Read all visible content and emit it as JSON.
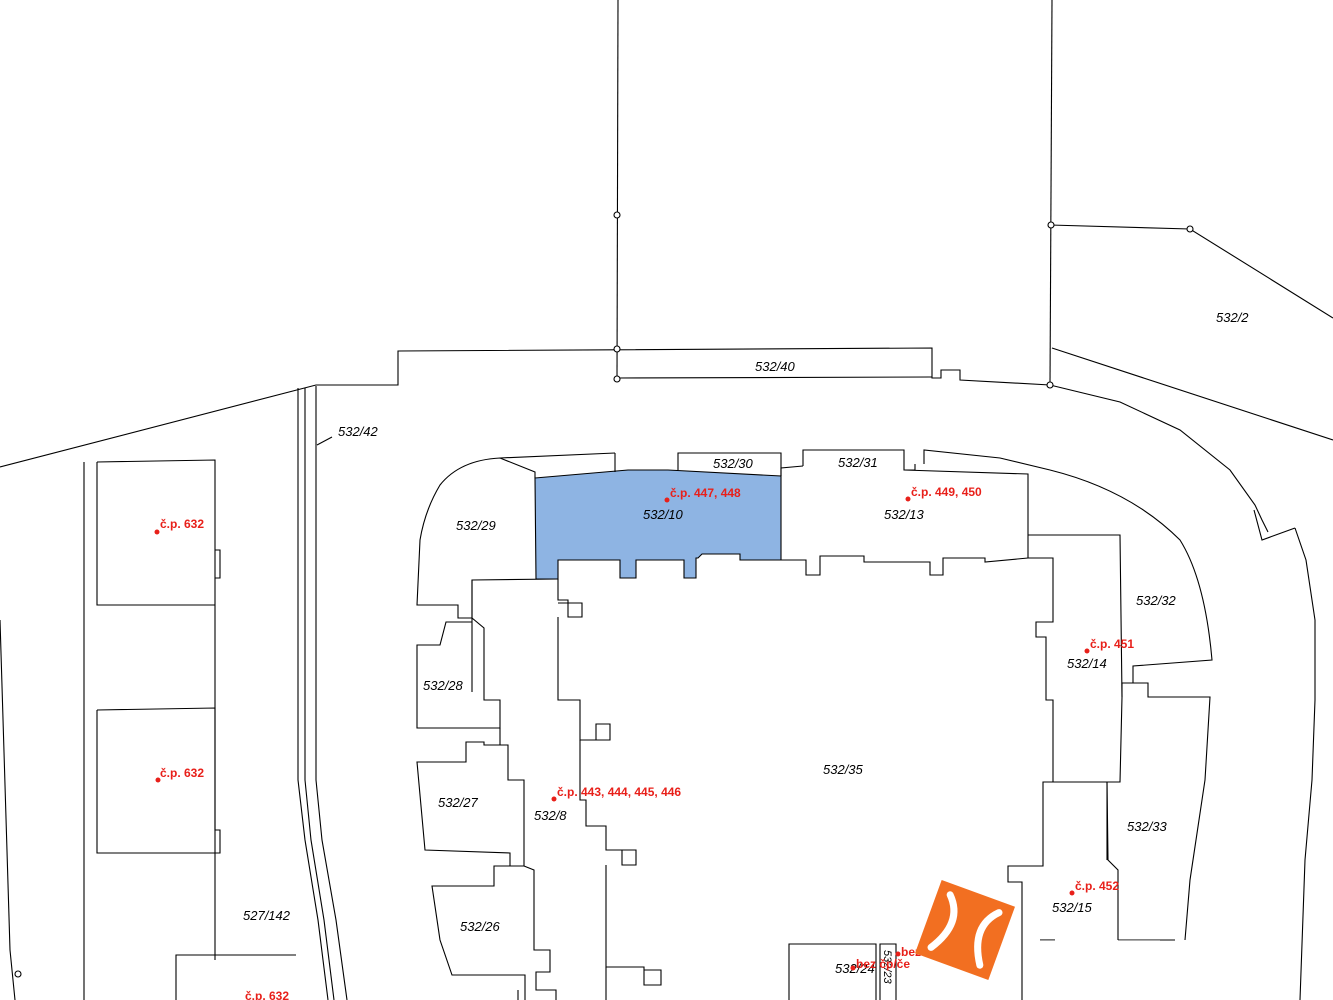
{
  "map": {
    "highlight_color": "#8eb4e3",
    "address_color": "#e8201a",
    "parcel_labels": {
      "p532_2": "532/2",
      "p532_40": "532/40",
      "p532_42": "532/42",
      "p532_30": "532/30",
      "p532_31": "532/31",
      "p532_29": "532/29",
      "p532_10": "532/10",
      "p532_13": "532/13",
      "p532_32": "532/32",
      "p532_14": "532/14",
      "p532_28": "532/28",
      "p532_35": "532/35",
      "p532_27": "532/27",
      "p532_8": "532/8",
      "p532_33": "532/33",
      "p532_15": "532/15",
      "p532_26": "532/26",
      "p527_142": "527/142",
      "p532_24": "532/24",
      "p532_23": "532/23"
    },
    "address_labels": {
      "cp632_a": "č.p. 632",
      "cp632_b": "č.p. 632",
      "cp632_c": "č.p. 632",
      "cp447_448": "č.p. 447, 448",
      "cp449_450": "č.p. 449, 450",
      "cp451": "č.p. 451",
      "cp443_446": "č.p. 443, 444, 445, 446",
      "cp452": "č.p. 452",
      "bez_cp_1": "bez čp/če",
      "bez_cp_2": "bez čp/če"
    },
    "logo": {
      "name": "orange-x-logo",
      "color": "#f26f21"
    }
  }
}
